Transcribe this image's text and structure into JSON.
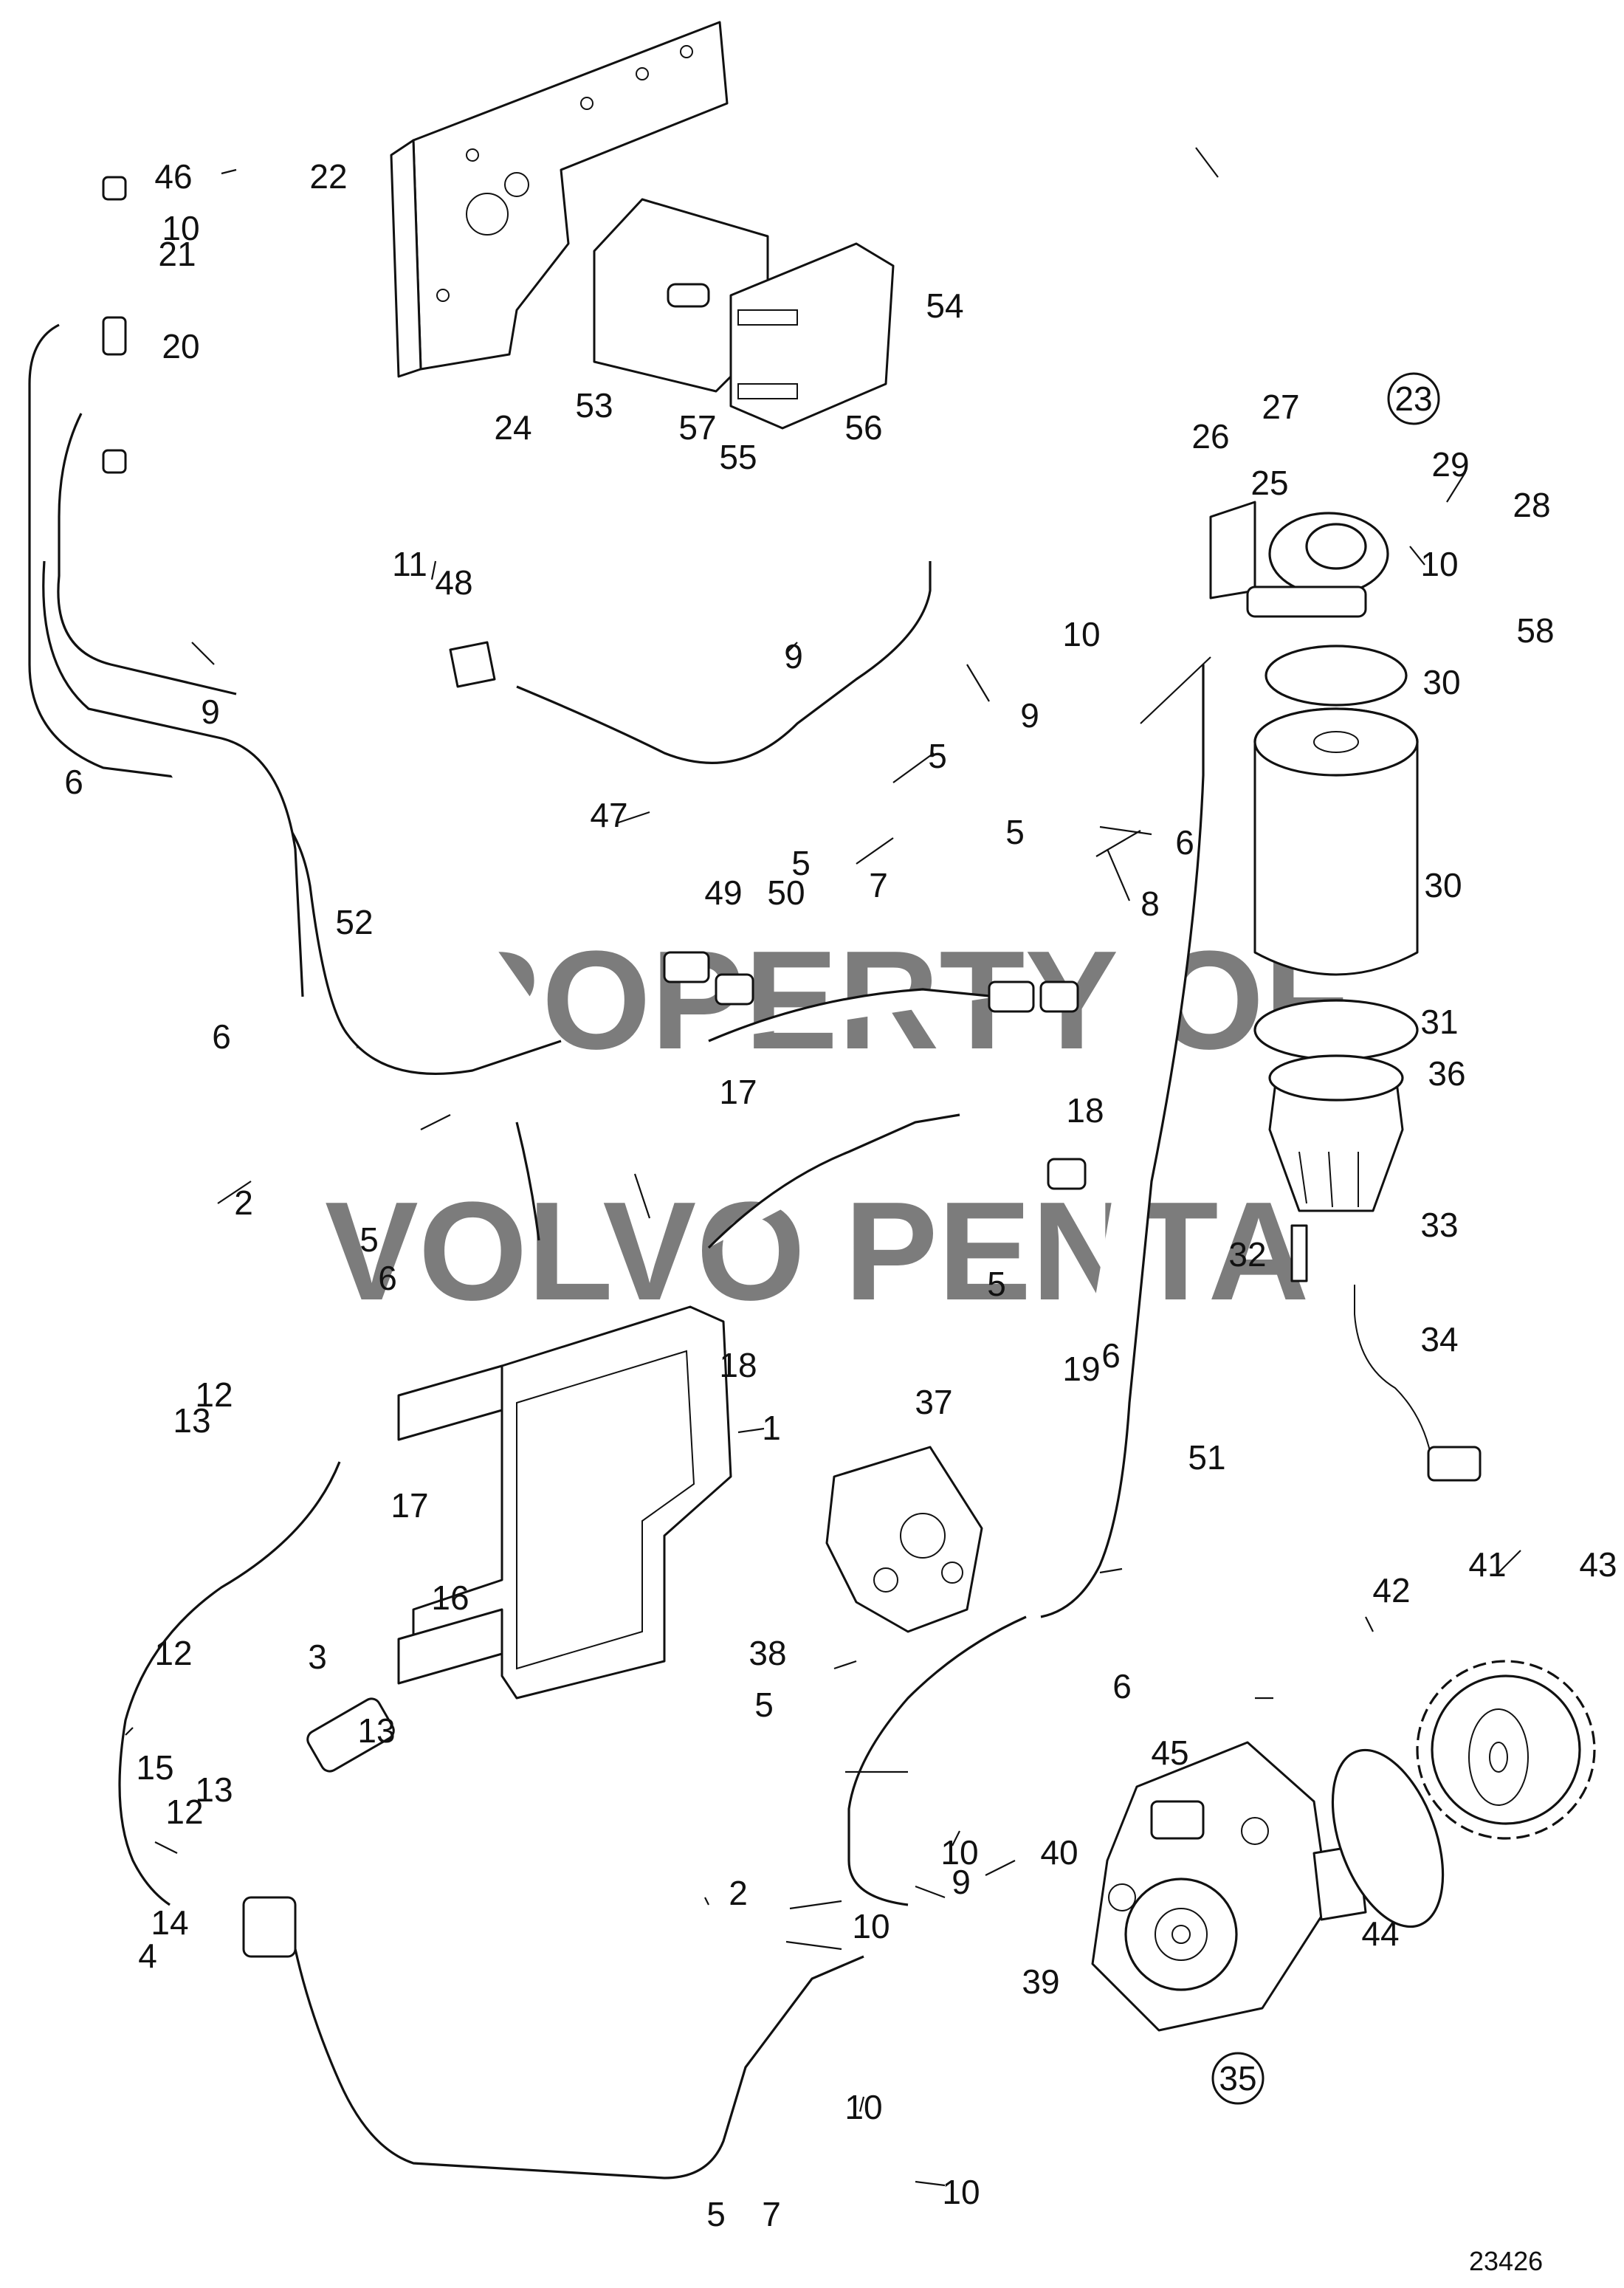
{
  "figure_number": "23426",
  "watermark": {
    "line1": "PROPERTY OF",
    "line2": "VOLVO PENTA"
  },
  "circled_labels": [
    "23",
    "35"
  ],
  "callouts": [
    "1",
    "2",
    "2",
    "3",
    "4",
    "5",
    "5",
    "5",
    "5",
    "5",
    "5",
    "5",
    "6",
    "6",
    "6",
    "6",
    "6",
    "6",
    "7",
    "7",
    "8",
    "9",
    "9",
    "9",
    "9",
    "10",
    "10",
    "10",
    "10",
    "10",
    "10",
    "10",
    "11",
    "12",
    "12",
    "12",
    "13",
    "13",
    "13",
    "14",
    "15",
    "16",
    "17",
    "17",
    "18",
    "18",
    "19",
    "20",
    "21",
    "22",
    "24",
    "25",
    "26",
    "27",
    "28",
    "29",
    "30",
    "30",
    "31",
    "32",
    "33",
    "34",
    "36",
    "37",
    "38",
    "39",
    "40",
    "41",
    "42",
    "43",
    "44",
    "45",
    "46",
    "47",
    "48",
    "49",
    "50",
    "51",
    "52",
    "53",
    "54",
    "55",
    "56",
    "57",
    "58"
  ]
}
